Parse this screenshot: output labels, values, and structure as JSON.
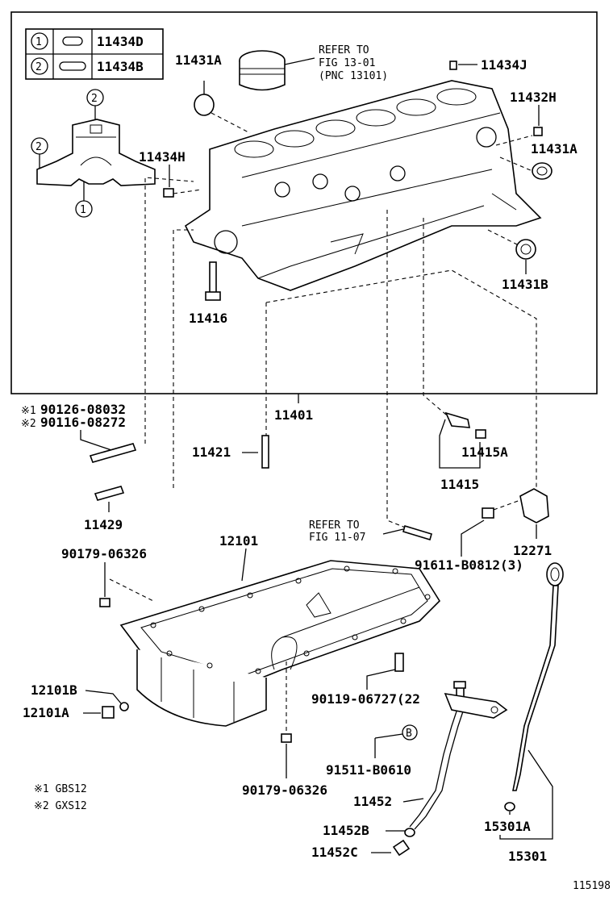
{
  "legend": {
    "row1": {
      "num": "1",
      "part": "11434D"
    },
    "row2": {
      "num": "2",
      "part": "11434B"
    }
  },
  "bearing_markers": {
    "top": "2",
    "left": "2",
    "bottom": "1"
  },
  "refer_piston": {
    "line1": "REFER TO",
    "line2": "FIG 13-01",
    "line3": "(PNC 13101)"
  },
  "refer_oil": {
    "line1": "REFER TO",
    "line2": "FIG 11-07"
  },
  "labels": {
    "p11431A_top": "11431A",
    "p11434J": "11434J",
    "p11432H": "11432H",
    "p11431A_right": "11431A",
    "p11434H": "11434H",
    "p11431B": "11431B",
    "p11416": "11416",
    "p11401": "11401",
    "p90126": "90126-08032",
    "p90116": "90116-08272",
    "mark1": "※1",
    "mark2": "※2",
    "p11421": "11421",
    "p11415A": "11415A",
    "p11415": "11415",
    "p11429": "11429",
    "p12271": "12271",
    "p91611": "91611-B0812(3)",
    "p12101": "12101",
    "p90179_top": "90179-06326",
    "p12101B": "12101B",
    "p12101A": "12101A",
    "p90119": "90119-06727(22",
    "circleB": "B",
    "p91511": "91511-B0610",
    "p90179_bot": "90179-06326",
    "p11452": "11452",
    "p11452B": "11452B",
    "p11452C": "11452C",
    "p15301A": "15301A",
    "p15301": "15301",
    "foot1": "※1  GBS12",
    "foot2": "※2  GXS12",
    "fig_id": "115198"
  }
}
